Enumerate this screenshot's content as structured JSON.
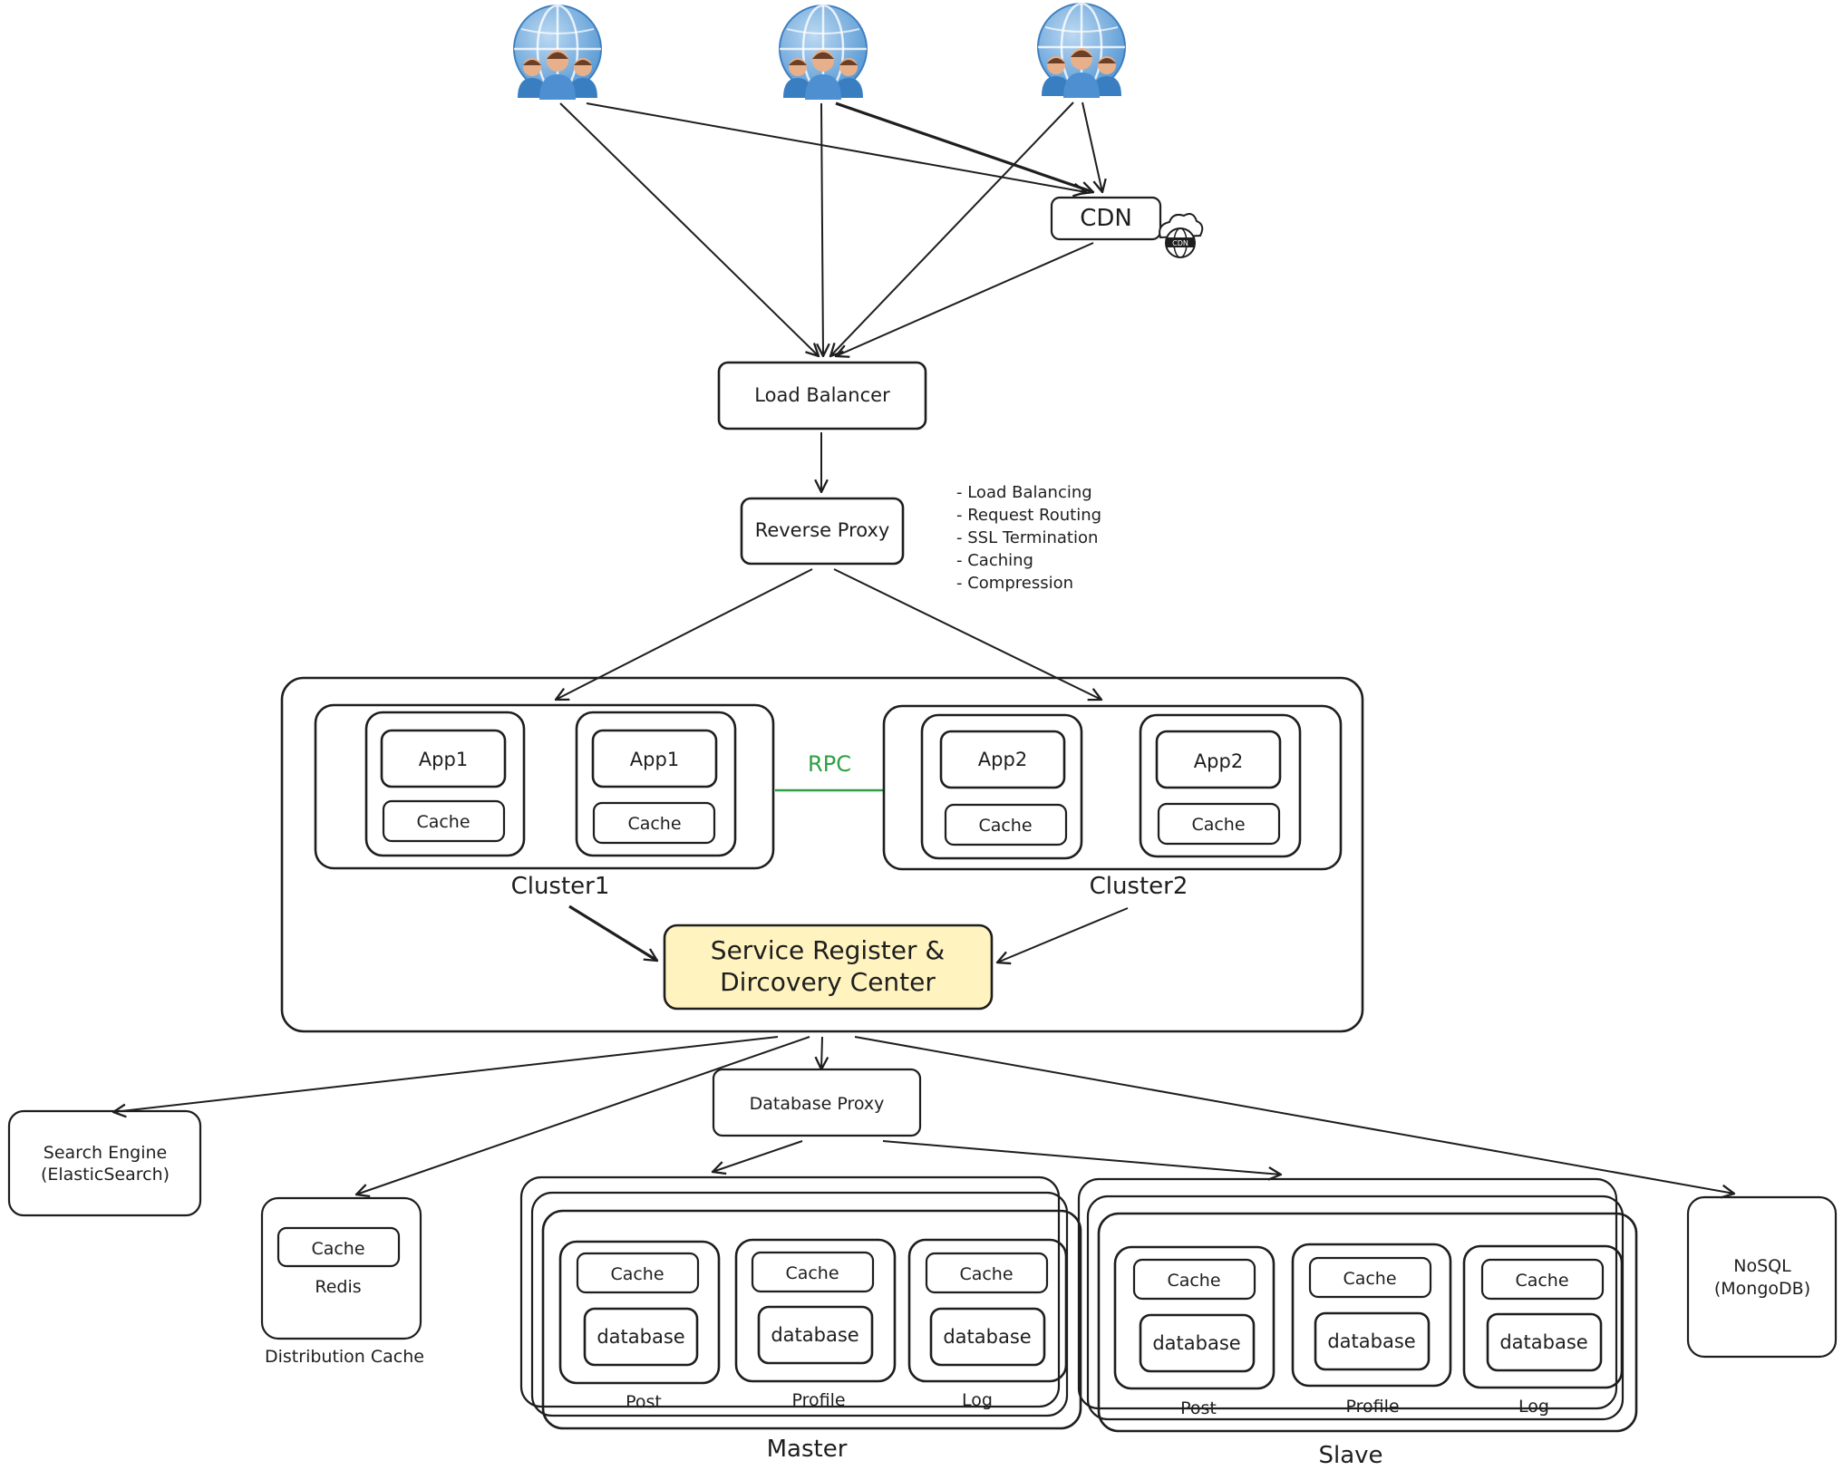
{
  "nodes": {
    "cdn": "CDN",
    "cdn_badge": "CDN",
    "load_balancer": "Load Balancer",
    "reverse_proxy": "Reverse Proxy",
    "proxy_features": [
      "- Load Balancing",
      "- Request Routing",
      "- SSL Termination",
      "- Caching",
      "- Compression"
    ],
    "cluster1": {
      "label": "Cluster1",
      "apps": [
        {
          "name": "App1",
          "cache": "Cache"
        },
        {
          "name": "App1",
          "cache": "Cache"
        }
      ]
    },
    "cluster2": {
      "label": "Cluster2",
      "apps": [
        {
          "name": "App2",
          "cache": "Cache"
        },
        {
          "name": "App2",
          "cache": "Cache"
        }
      ]
    },
    "rpc": "RPC",
    "service_registry": {
      "line1": "Service Register &",
      "line2": "Dircovery Center",
      "color": "#fff3bf"
    },
    "database_proxy": "Database Proxy",
    "search_engine": {
      "line1": "Search Engine",
      "line2": "(ElasticSearch)"
    },
    "distribution_cache": {
      "cache": "Cache",
      "name": "Redis",
      "label": "Distribution Cache"
    },
    "master": {
      "label": "Master",
      "shards": [
        {
          "cache": "Cache",
          "db": "database",
          "label": "Post"
        },
        {
          "cache": "Cache",
          "db": "database",
          "label": "Profile"
        },
        {
          "cache": "Cache",
          "db": "database",
          "label": "Log"
        }
      ]
    },
    "slave": {
      "label": "Slave",
      "shards": [
        {
          "cache": "Cache",
          "db": "database",
          "label": "Post"
        },
        {
          "cache": "Cache",
          "db": "database",
          "label": "Profile"
        },
        {
          "cache": "Cache",
          "db": "database",
          "label": "Log"
        }
      ]
    },
    "nosql": {
      "line1": "NoSQL",
      "line2": "(MongoDB)"
    }
  },
  "icons": [
    "users-globe-icon",
    "users-globe-icon",
    "users-globe-icon",
    "cdn-cloud-icon"
  ],
  "colors": {
    "stroke": "#1e1e1e",
    "rpc": "#2f9e44",
    "globe": "#5b9bd5",
    "registry_fill": "#fff3bf"
  }
}
